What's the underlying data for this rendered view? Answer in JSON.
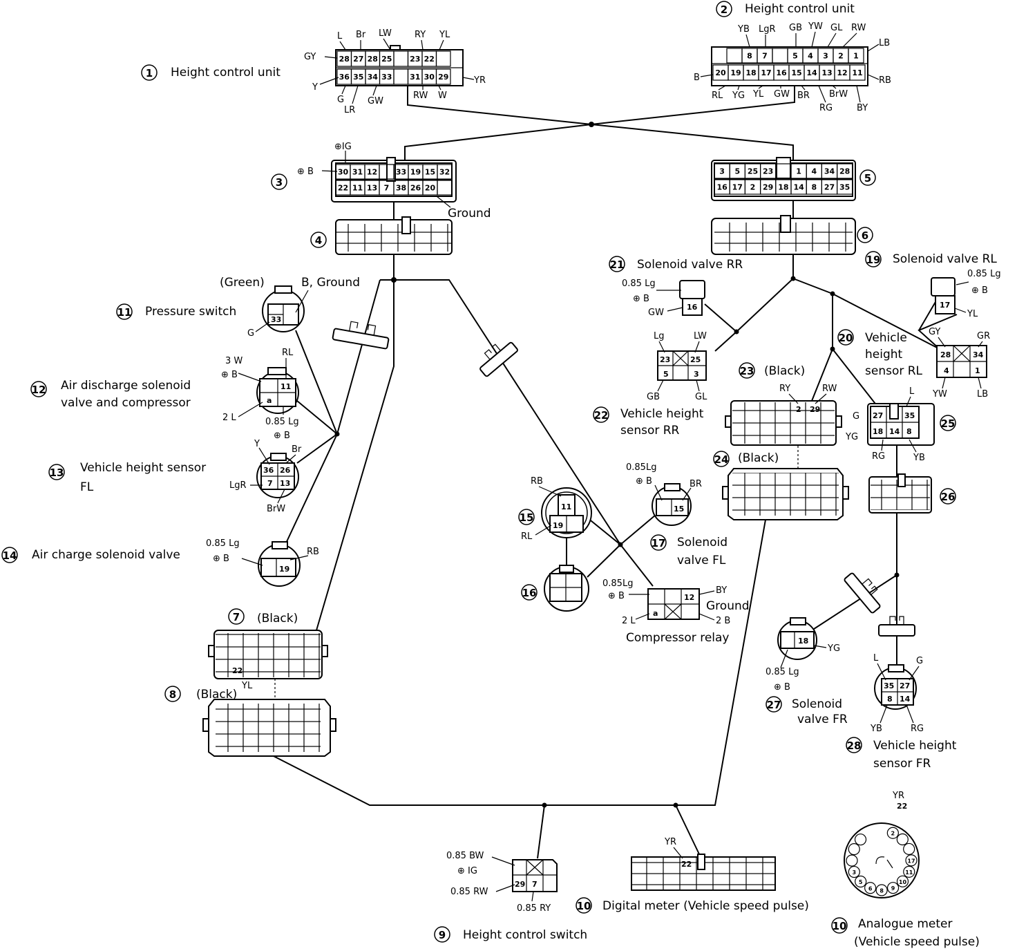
{
  "components": {
    "c1": {
      "num": "1",
      "label": "Height control unit",
      "top_pins": [
        "28",
        "27",
        "28",
        "25",
        "",
        "23",
        "22",
        ""
      ],
      "bottom_pins": [
        "36",
        "35",
        "34",
        "33",
        "",
        "31",
        "30",
        "29"
      ],
      "wires": {
        "gy": "GY",
        "l": "L",
        "br": "Br",
        "lw": "LW",
        "ry": "RY",
        "yl": "YL",
        "y": "Y",
        "g": "G",
        "lr": "LR",
        "gw": "GW",
        "rw": "RW",
        "w": "W",
        "yr": "YR"
      }
    },
    "c2": {
      "num": "2",
      "label": "Height control unit",
      "top_pins": [
        "",
        "8",
        "7",
        "",
        "5",
        "4",
        "3",
        "2",
        "1"
      ],
      "bottom_pins": [
        "20",
        "19",
        "18",
        "17",
        "16",
        "15",
        "14",
        "13",
        "12",
        "11"
      ],
      "wires": {
        "yb": "YB",
        "lgr": "LgR",
        "gb": "GB",
        "yw": "YW",
        "gl": "GL",
        "rw": "RW",
        "lb": "LB",
        "b": "B",
        "rb": "RB",
        "rl": "RL",
        "yg": "YG",
        "yl": "YL",
        "gw": "GW",
        "br": "BR",
        "brw": "BrW",
        "rg": "RG",
        "by": "BY"
      }
    },
    "c3": {
      "num": "3",
      "top_pins": [
        "30",
        "31",
        "12",
        "",
        "33",
        "19",
        "15",
        "32"
      ],
      "bottom_pins": [
        "22",
        "11",
        "13",
        "7",
        "38",
        "26",
        "20",
        ""
      ],
      "ig": "⊕IG",
      "b": "⊕ B",
      "ground": "Ground"
    },
    "c4": {
      "num": "4"
    },
    "c5": {
      "num": "5",
      "top_pins": [
        "3",
        "5",
        "25",
        "23",
        "",
        "1",
        "4",
        "34",
        "28"
      ],
      "bottom_pins": [
        "16",
        "17",
        "2",
        "29",
        "18",
        "14",
        "8",
        "27",
        "35"
      ]
    },
    "c6": {
      "num": "6"
    },
    "c7": {
      "num": "7",
      "label": "(Black)",
      "pin": "22",
      "wire": "YL"
    },
    "c8": {
      "num": "8",
      "label": "(Black)"
    },
    "c9": {
      "num": "9",
      "label": "Height control switch",
      "w1": "0.85 BW",
      "w2": "⊕ IG",
      "w3": "0.85 RW",
      "w4": "0.85 RY",
      "pins": [
        "29",
        "7"
      ]
    },
    "c10a": {
      "num": "10",
      "label": "Digital meter (Vehicle speed pulse)",
      "wire": "YR",
      "pin": "22"
    },
    "c10b": {
      "num": "10",
      "label1": "Analogue meter",
      "label2": "(Vehicle speed pulse)",
      "wire": "YR",
      "pin": "22",
      "ring_pins": [
        "2",
        "",
        "",
        "17",
        "11",
        "10",
        "9",
        "8",
        "6",
        "5",
        "3"
      ]
    },
    "c11": {
      "num": "11",
      "label": "Pressure switch",
      "color": "(Green)",
      "b_ground": "B, Ground",
      "pin": "33",
      "wire": "G"
    },
    "c12": {
      "num": "12",
      "label1": "Air discharge solenoid",
      "label2": "valve and compressor",
      "w3w": "3 W",
      "b1": "⊕ B",
      "rl": "RL",
      "pin1": "11",
      "pin2": "a",
      "w2l": "2 L",
      "lg": "0.85 Lg",
      "b2": "⊕ B"
    },
    "c13": {
      "num": "13",
      "label1": "Vehicle height sensor",
      "label2": "FL",
      "y": "Y",
      "br": "Br",
      "lgr": "LgR",
      "brw": "BrW",
      "pins": [
        "36",
        "26",
        "7",
        "13"
      ]
    },
    "c14": {
      "num": "14",
      "label": "Air charge solenoid valve",
      "lg": "0.85 Lg",
      "b": "⊕ B",
      "rb": "RB",
      "pin": "19"
    },
    "c15": {
      "num": "15",
      "rb": "RB",
      "rl": "RL",
      "pins": [
        "11",
        "19"
      ]
    },
    "c16": {
      "num": "16"
    },
    "c17": {
      "num": "17",
      "label1": "Solenoid",
      "label2": "valve FL",
      "lg": "0.85Lg",
      "b": "⊕ B",
      "br": "BR",
      "pin": "15"
    },
    "c18": {
      "label": "Compressor relay",
      "lg": "0.85Lg",
      "b": "⊕ B",
      "by": "BY",
      "ground": "Ground",
      "w2l": "2 L",
      "w2b": "2 B",
      "pins": [
        "12",
        "a"
      ]
    },
    "c19": {
      "num": "19",
      "label": "Solenoid valve RL",
      "lg": "0.85 Lg",
      "b": "⊕ B",
      "yl": "YL",
      "pin": "17"
    },
    "c20": {
      "num": "20",
      "label1": "Vehicle",
      "label2": "height",
      "label3": "sensor RL",
      "gy": "GY",
      "gr": "GR",
      "yw": "YW",
      "lb": "LB",
      "pins": [
        "28",
        "34",
        "4",
        "1"
      ]
    },
    "c21": {
      "num": "21",
      "label": "Solenoid valve RR",
      "lg": "0.85 Lg",
      "b": "⊕ B",
      "gw": "GW",
      "pin": "16"
    },
    "c22": {
      "num": "22",
      "label1": "Vehicle height",
      "label2": "sensor RR",
      "lg": "Lg",
      "lw": "LW",
      "gb": "GB",
      "gl": "GL",
      "pins": [
        "23",
        "25",
        "5",
        "3"
      ]
    },
    "c23": {
      "num": "23",
      "label": "(Black)",
      "ry": "RY",
      "rw": "RW",
      "pins": [
        "2",
        "29"
      ]
    },
    "c24": {
      "num": "24",
      "label": "(Black)"
    },
    "c25": {
      "num": "25",
      "g": "G",
      "l": "L",
      "yg": "YG",
      "rg": "RG",
      "yb": "YB",
      "pins": [
        "27",
        "35",
        "18",
        "14",
        "8"
      ]
    },
    "c26": {
      "num": "26"
    },
    "c27": {
      "num": "27",
      "label1": "Solenoid",
      "label2": "valve FR",
      "lg": "0.85 Lg",
      "b": "⊕ B",
      "yg": "YG",
      "pin": "18"
    },
    "c28": {
      "num": "28",
      "label1": "Vehicle height",
      "label2": "sensor FR",
      "l": "L",
      "g": "G",
      "yb": "YB",
      "rg": "RG",
      "pins": [
        "35",
        "27",
        "8",
        "14"
      ]
    }
  }
}
